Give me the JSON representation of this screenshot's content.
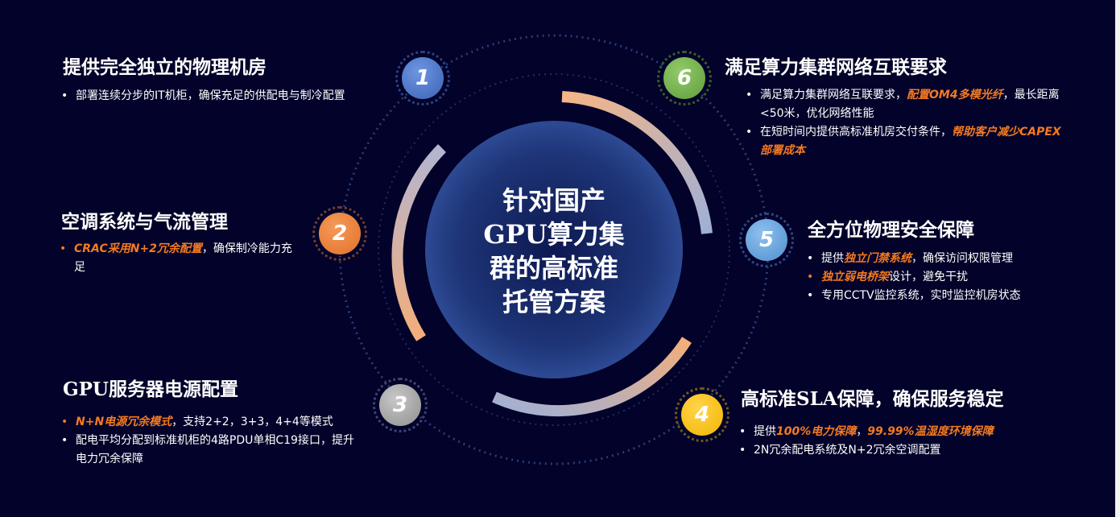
{
  "center": {
    "line1": "针对国产",
    "line2": "GPU算力集",
    "line3": "群的高标准",
    "line4": "托管方案"
  },
  "nodes": [
    {
      "num": "1",
      "color": "#4472c4"
    },
    {
      "num": "2",
      "color": "#ed7d31"
    },
    {
      "num": "3",
      "color": "#a5a5a5"
    },
    {
      "num": "4",
      "color": "#ffc000"
    },
    {
      "num": "5",
      "color": "#5b9bd5"
    },
    {
      "num": "6",
      "color": "#70ad47"
    }
  ],
  "s1": {
    "title": "提供完全独立的物理机房",
    "b1": "部署连续分步的IT机柜，确保充足的供配电与制冷配置"
  },
  "s2": {
    "title": "空调系统与气流管理",
    "b1_hl": "CRAC采用N+2冗余配置",
    "b1_rest": "，确保制冷能力充足"
  },
  "s3": {
    "title": "GPU服务器电源配置",
    "b1_hl": "N+N电源冗余模式",
    "b1_rest": "，支持2+2，3+3，4+4等模式",
    "b2": "配电平均分配到标准机柜的4路PDU单相C19接口，提升电力冗余保障"
  },
  "s4": {
    "title": "高标准SLA保障，确保服务稳定",
    "b1_a": "提供",
    "b1_hl1": "100%电力保障",
    "b1_b": "，",
    "b1_hl2": "99.99%温湿度环境保障",
    "b2": "2N冗余配电系统及N+2冗余空调配置"
  },
  "s5": {
    "title": "全方位物理安全保障",
    "b1_a": "提供",
    "b1_hl": "独立门禁系统",
    "b1_b": "，确保访问权限管理",
    "b2_hl": "独立弱电桥架",
    "b2_rest": "设计，避免干扰",
    "b3": "专用CCTV监控系统，实时监控机房状态"
  },
  "s6": {
    "title": "满足算力集群网络互联要求",
    "b1_a": "满足算力集群网络互联要求，",
    "b1_hl": "配置OM4多模光纤",
    "b1_b": "，最长距离<50米，优化网络性能",
    "b2_a": "在短时间内提供高标准机房交付条件，",
    "b2_hl": "帮助客户减少CAPEX部署成本"
  }
}
